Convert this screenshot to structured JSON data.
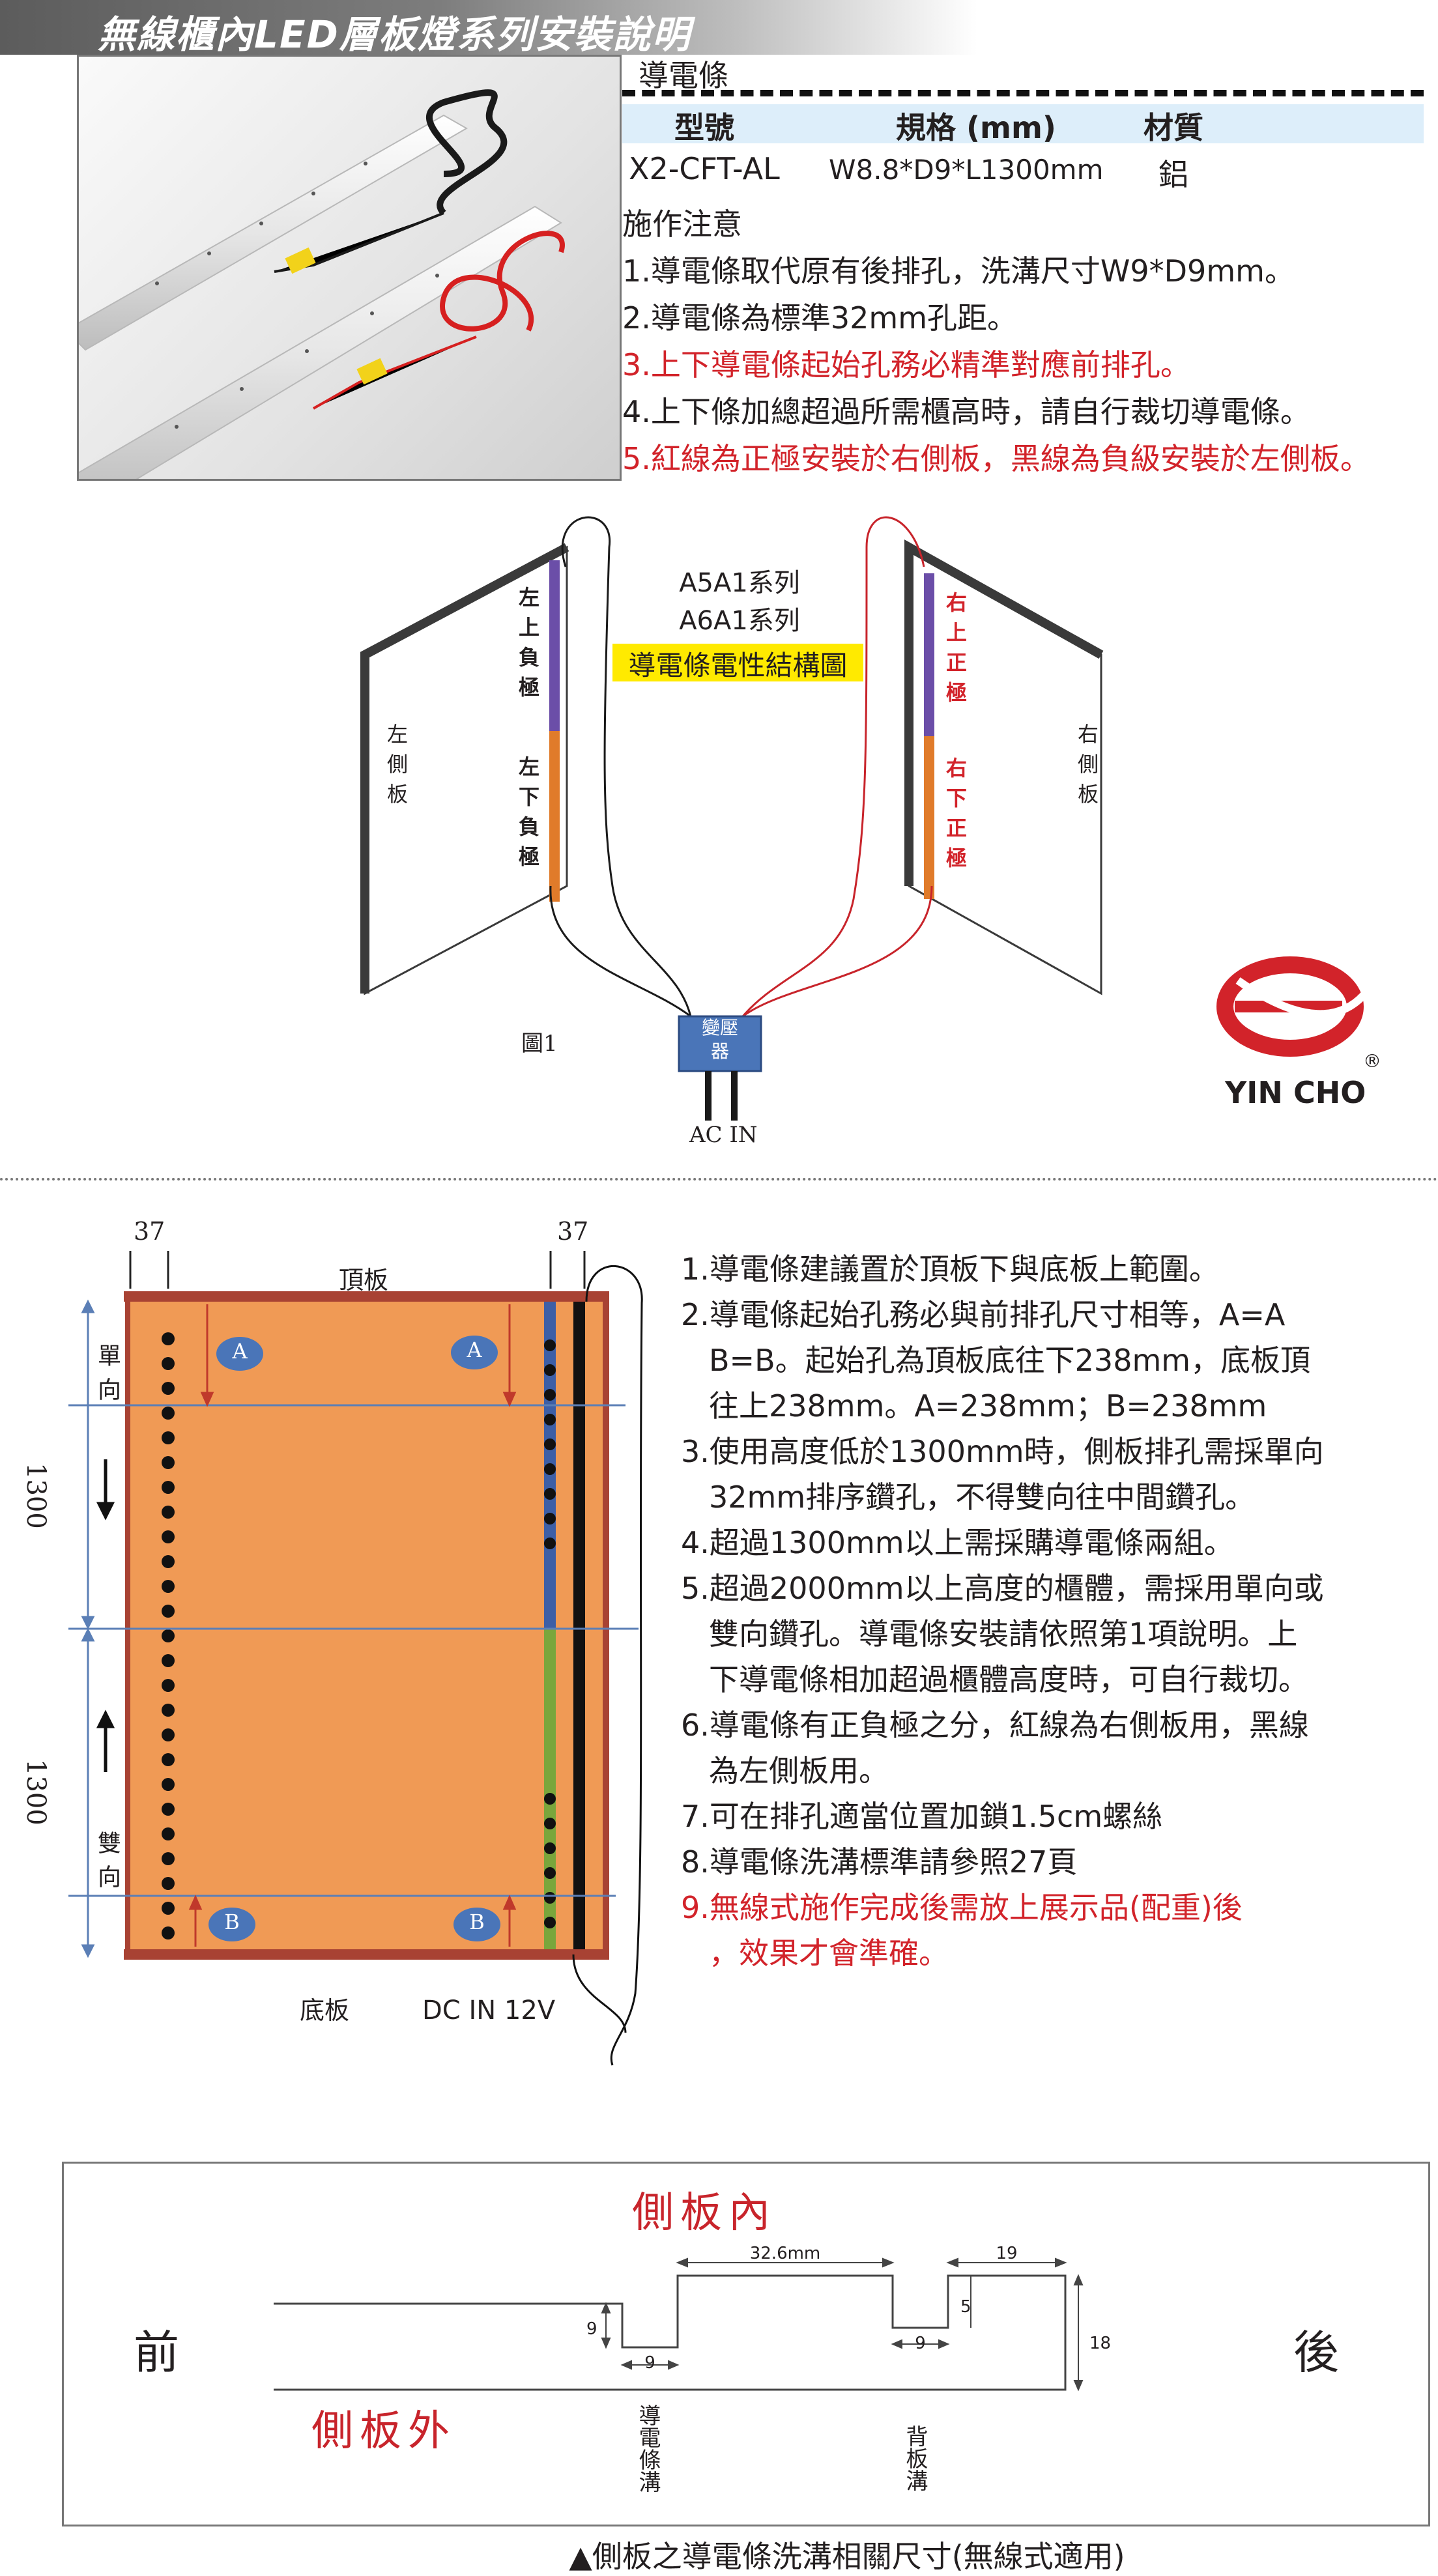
{
  "header": {
    "title": "無線櫃內LED層板燈系列安裝說明"
  },
  "spec": {
    "section_label": "導電條",
    "headers": [
      "型號",
      "規格 (mm)",
      "材質"
    ],
    "row": [
      "X2-CFT-AL",
      "W8.8*D9*L1300mm",
      "鋁"
    ]
  },
  "notes": {
    "title": "施作注意",
    "items": [
      "1.導電條取代原有後排孔，洗溝尺寸W9*D9mm。",
      "2.導電條為標準32mm孔距。",
      "3.上下導電條起始孔務必精準對應前排孔。",
      "4.上下條加總超過所需櫃高時，請自行裁切導電條。",
      "5.紅線為正極安裝於右側板，黑線為負級安裝於左側板。"
    ]
  },
  "fig1": {
    "series_1": "A5A1系列",
    "series_2": "A6A1系列",
    "diagram_title": "導電條電性結構圖",
    "left_panel": "左側板",
    "right_panel": "右側板",
    "left_upper": "左上負極",
    "left_lower": "左下負極",
    "right_upper": "右上正極",
    "right_lower": "右下正極",
    "transformer": "變壓器",
    "caption": "圖1",
    "ac_in": "AC IN",
    "colors": {
      "negative": "#1a1a1a",
      "positive": "#c8242b",
      "upper_strip": "#6b4ea8",
      "lower_strip": "#e07b2a"
    }
  },
  "brand": {
    "name": "YIN CHO",
    "mark": "®",
    "color": "#d2232a"
  },
  "fig2": {
    "top_dim": "37",
    "top_dim_right": "37",
    "top_board": "頂板",
    "bottom_board": "底板",
    "dc_in": "DC IN 12V",
    "dim_upper": "1300",
    "dim_lower": "1300",
    "single_dir": "單向",
    "double_dir": "雙向",
    "marker_a": "A",
    "marker_b": "B",
    "colors": {
      "cabinet": "#f09a55",
      "edge": "#a84233",
      "strip_upper": "#3d5fa6",
      "strip_lower": "#7aa63c"
    }
  },
  "install_notes": [
    "1.導電條建議置於頂板下與底板上範圍。",
    "2.導電條起始孔務必與前排孔尺寸相等，A=A",
    "B=B。起始孔為頂板底往下238mm，底板頂",
    "往上238mm。A=238mm；B=238mm",
    "3.使用高度低於1300mm時，側板排孔需採單向",
    "32mm排序鑽孔，不得雙向往中間鑽孔。",
    "4.超過1300mm以上需採購導電條兩組。",
    "5.超過2000mm以上高度的櫃體，需採用單向或",
    "雙向鑽孔。導電條安裝請依照第1項說明。上",
    "下導電條相加超過櫃體高度時，可自行裁切。",
    "6.導電條有正負極之分，紅線為右側板用，黑線",
    "為左側板用。",
    "7.可在排孔適當位置加鎖1.5cm螺絲",
    "8.導電條洗溝標準請參照27頁",
    "9.無線式施作完成後需放上展示品(配重)後",
    "，效果才會準確。"
  ],
  "groove": {
    "inside": "側板內",
    "outside": "側板外",
    "front": "前",
    "back": "後",
    "dim_32": "32.6mm",
    "dim_19": "19",
    "dim_9_depth": "9",
    "dim_9_width": "9",
    "dim_9_back": "9",
    "dim_5": "5",
    "dim_18": "18",
    "label_strip_groove": "導電條溝",
    "label_back_groove": "背板溝",
    "caption": "▲側板之導電條洗溝相關尺寸(無線式適用)"
  }
}
